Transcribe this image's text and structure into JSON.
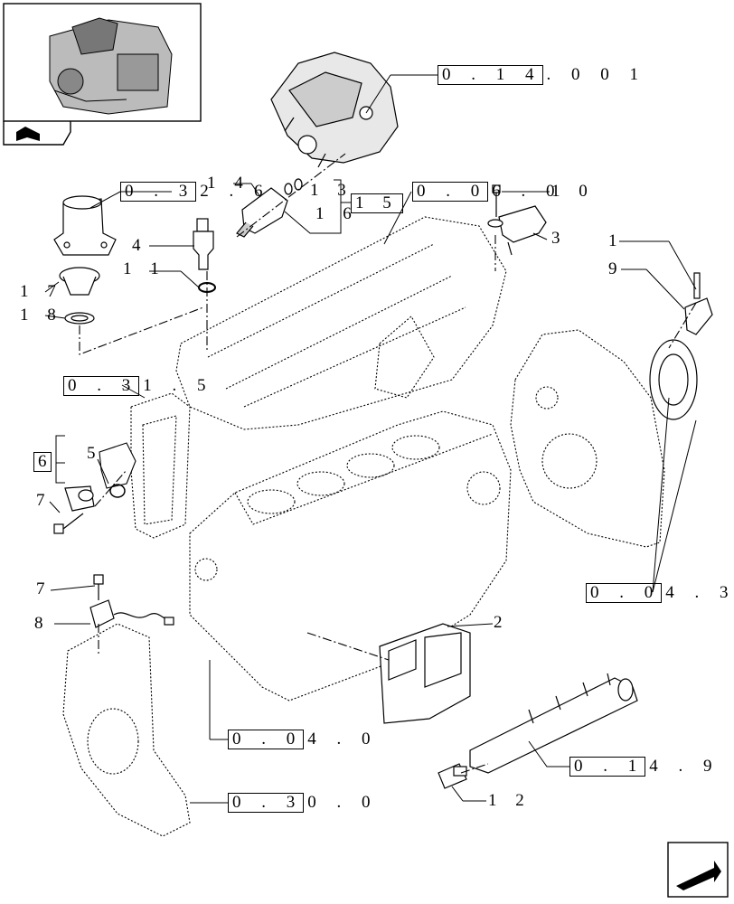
{
  "refs": {
    "r1": {
      "boxed": "0 . 1 4",
      "rest": ". 0   0 1"
    },
    "r2": {
      "boxed": "0 . 3",
      "rest": "2 . 6"
    },
    "r3": {
      "boxed": "0 . 0",
      "rest": "6 . 0"
    },
    "r4": {
      "boxed": "0 . 3",
      "rest": "1 . 5"
    },
    "r5": {
      "boxed": "0 . 0",
      "rest": "4 . 3"
    },
    "r6": {
      "boxed": "0 . 0",
      "rest": "4 . 0"
    },
    "r7": {
      "boxed": "0 . 1",
      "rest": "4 . 9"
    },
    "r8": {
      "boxed": "0 . 3",
      "rest": "0 . 0"
    }
  },
  "parts": {
    "p14": "1 4",
    "p13": "1 3",
    "p15": "1 5",
    "p16": "1 6",
    "p10": "1 0",
    "p3": "3",
    "p4": "4",
    "p11": "1 1",
    "p17": "1 7",
    "p18": "1 8",
    "p1": "1",
    "p9": "9",
    "p6": "6",
    "p5": "5",
    "p7a": "7",
    "p7b": "7",
    "p8": "8",
    "p2": "2",
    "p12": "1 2"
  }
}
